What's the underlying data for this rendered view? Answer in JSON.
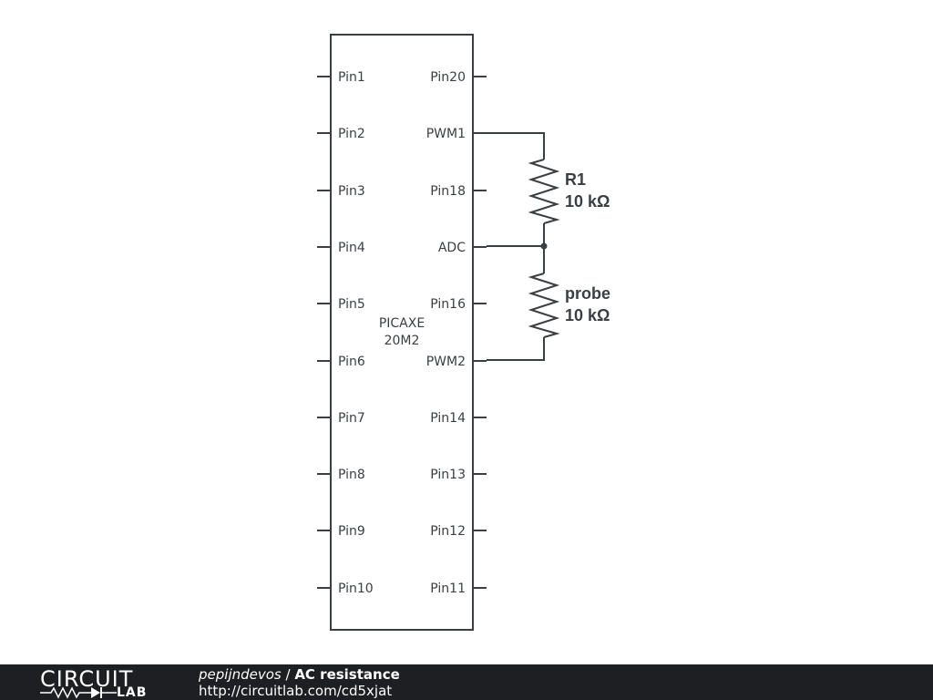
{
  "schematic": {
    "chip": {
      "name_line1": "PICAXE",
      "name_line2": "20M2"
    },
    "left_pins": [
      "Pin1",
      "Pin2",
      "Pin3",
      "Pin4",
      "Pin5",
      "Pin6",
      "Pin7",
      "Pin8",
      "Pin9",
      "Pin10"
    ],
    "right_pins": [
      "Pin20",
      "PWM1",
      "Pin18",
      "ADC",
      "Pin16",
      "PWM2",
      "Pin14",
      "Pin13",
      "Pin12",
      "Pin11"
    ],
    "r1": {
      "name": "R1",
      "value": "10 kΩ"
    },
    "probe": {
      "name": "probe",
      "value": "10 kΩ"
    }
  },
  "footer": {
    "logo_circuit": "CIRCUIT",
    "logo_lab": "LAB",
    "author": "pepijndevos",
    "separator": " / ",
    "title": "AC resistance",
    "url": "http://circuitlab.com/cd5xjat"
  },
  "colors": {
    "line": "#3a3f44",
    "footer_bg": "#1e1f22"
  }
}
